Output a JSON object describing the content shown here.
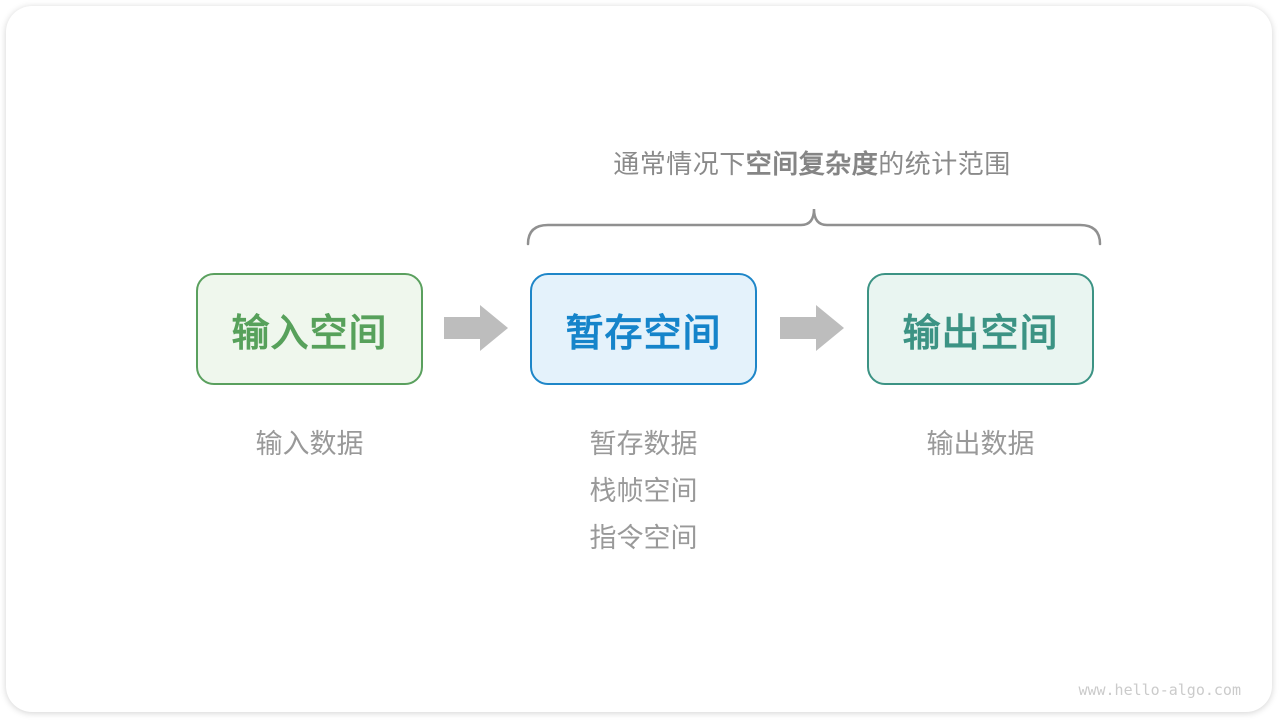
{
  "title": {
    "prefix": "通常情况下",
    "bold": "空间复杂度",
    "suffix": "的统计范围"
  },
  "boxes": [
    {
      "id": "input-space",
      "label": "输入空间",
      "border_color": "#5aa05e",
      "fill_color": "#eff7ed",
      "text_color": "#57a15b"
    },
    {
      "id": "temp-space",
      "label": "暂存空间",
      "border_color": "#1e86c8",
      "fill_color": "#e4f2fb",
      "text_color": "#1584ca"
    },
    {
      "id": "output-space",
      "label": "输出空间",
      "border_color": "#3c9384",
      "fill_color": "#e9f5f1",
      "text_color": "#3c9384"
    }
  ],
  "captions": {
    "input": [
      "输入数据"
    ],
    "temp": [
      "暂存数据",
      "栈帧空间",
      "指令空间"
    ],
    "output": [
      "输出数据"
    ]
  },
  "colors": {
    "arrow": "#bdbdbd",
    "brace": "#909090",
    "title_gray": "#8a8a8a",
    "caption_gray": "#999999",
    "watermark_gray": "#cbcbcb"
  },
  "watermark": "www.hello-algo.com"
}
